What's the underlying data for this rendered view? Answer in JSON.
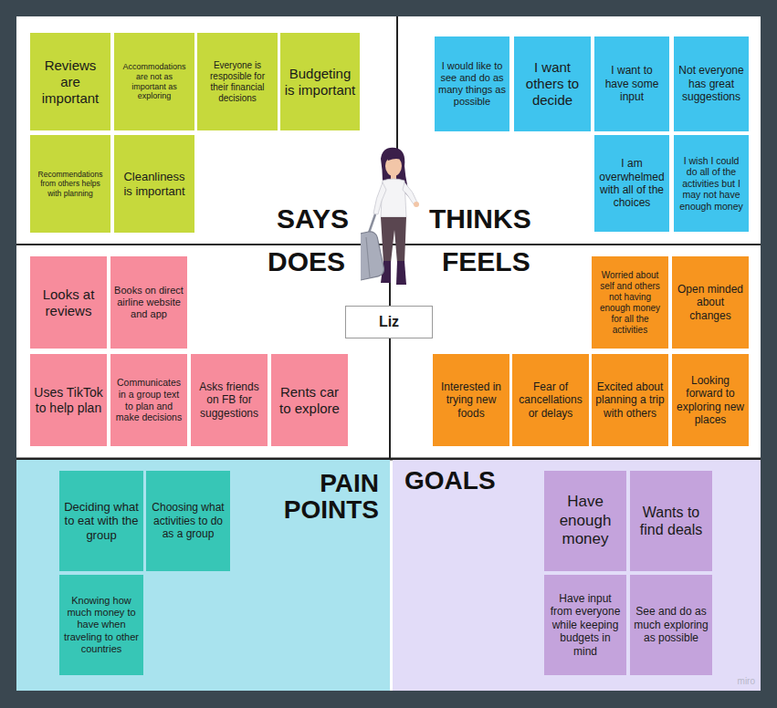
{
  "diagram": {
    "nodes": [
      {
        "text": [
          "SAYS"
        ]
      },
      {
        "text": [
          "Reviews are important"
        ],
        "in": 0
      },
      {
        "text": [
          "Accommodations are not as important as exploring"
        ],
        "in": 0
      },
      {
        "text": [
          "Everyone is resposible for their financial decisions"
        ],
        "in": 0
      },
      {
        "text": [
          "Budgeting is important"
        ],
        "in": 0
      },
      {
        "text": [
          "Recommendations from others helps with planning"
        ],
        "in": 0
      },
      {
        "text": [
          "Cleanliness is important"
        ],
        "in": 0
      },
      {
        "text": [
          "THINKS"
        ]
      },
      {
        "text": [
          "I would like to see and do as many things as possible"
        ],
        "in": 7
      },
      {
        "text": [
          "I want others to decide"
        ],
        "in": 7
      },
      {
        "text": [
          "I want to have some input"
        ],
        "in": 7
      },
      {
        "text": [
          "Not everyone has great suggestions"
        ],
        "in": 7
      },
      {
        "text": [
          "I am overwhelmed with all of the choices"
        ],
        "in": 7
      },
      {
        "text": [
          "I wish I could do all of the activities but I may not have enough money"
        ],
        "in": 7
      },
      {
        "text": [
          "DOES"
        ]
      },
      {
        "text": [
          "Looks at reviews"
        ],
        "in": 14
      },
      {
        "text": [
          "Books on direct airline website and app"
        ],
        "in": 14
      },
      {
        "text": [
          "Uses TikTok to help plan"
        ],
        "in": 14
      },
      {
        "text": [
          "Communicates in a group text to plan and make decisions"
        ],
        "in": 14
      },
      {
        "text": [
          "Asks friends on FB for suggestions"
        ],
        "in": 14
      },
      {
        "text": [
          "Rents car to explore"
        ],
        "in": 14
      },
      {
        "text": [
          "FEELS"
        ]
      },
      {
        "text": [
          "Worried about self and others not having enough money for all the activities"
        ],
        "in": 21
      },
      {
        "text": [
          "Open minded about changes"
        ],
        "in": 21
      },
      {
        "text": [
          "Interested in trying new foods"
        ],
        "in": 21
      },
      {
        "text": [
          "Fear of cancellations or delays"
        ],
        "in": 21
      },
      {
        "text": [
          "Excited about planning a trip with others"
        ],
        "in": 21
      },
      {
        "text": [
          "Looking forward to exploring new places"
        ],
        "in": 21
      },
      {
        "text": [
          "Liz"
        ]
      },
      {
        "text": [
          "PAIN POINTS"
        ]
      },
      {
        "text": [
          "Deciding what to eat with the group"
        ],
        "in": 29
      },
      {
        "text": [
          "Choosing what activities to do as a group"
        ],
        "in": 29
      },
      {
        "text": [
          "Knowing how much money to have when traveling to other countries"
        ],
        "in": 29
      },
      {
        "text": [
          "GOALS"
        ]
      },
      {
        "text": [
          "Have enough money"
        ],
        "in": 33
      },
      {
        "text": [
          "Wants to find deals"
        ],
        "in": 33
      },
      {
        "text": [
          "Have input from everyone while keeping budgets in mind"
        ],
        "in": 33
      },
      {
        "text": [
          "See and do as much exploring as possible"
        ],
        "in": 33
      }
    ],
    "edges": [],
    "labels": [
      "miro"
    ]
  }
}
